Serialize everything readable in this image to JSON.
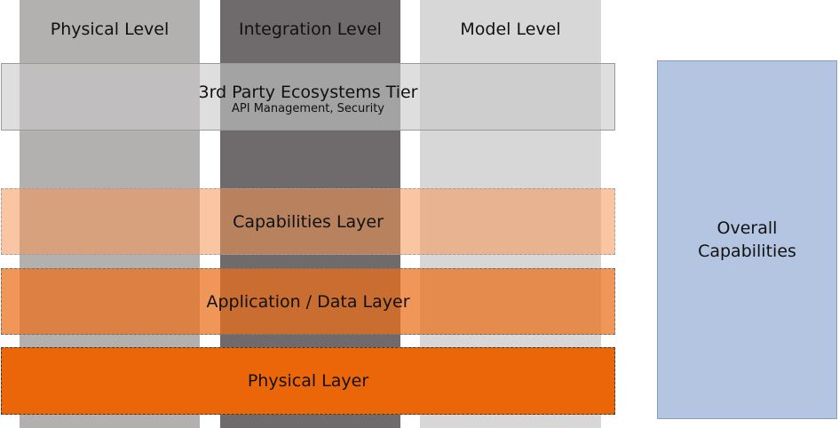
{
  "columns": [
    {
      "label": "Physical Level",
      "color": "#b3b0b0"
    },
    {
      "label": "Integration Level",
      "color": "#6f6b6c"
    },
    {
      "label": "Model Level",
      "color": "#d8d7d8"
    }
  ],
  "tiers": {
    "ecosystems": {
      "title": "3rd Party Ecosystems Tier",
      "subtitle": "API Management, Security"
    },
    "capabilities": {
      "title": "Capabilities Layer"
    },
    "application": {
      "title": "Application / Data Layer"
    },
    "physical": {
      "title": "Physical Layer"
    }
  },
  "overall": {
    "line1": "Overall",
    "line2": "Capabilities",
    "color": "#b4c5e2"
  }
}
